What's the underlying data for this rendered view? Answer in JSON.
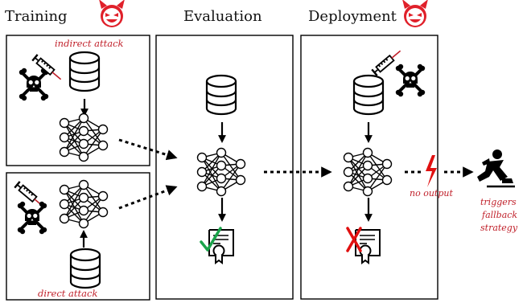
{
  "stages": {
    "training": "Training",
    "evaluation": "Evaluation",
    "deployment": "Deployment"
  },
  "attacks": {
    "indirect": "indirect attack",
    "direct": "direct attack"
  },
  "outcome": {
    "no_output": "no output",
    "fallback_line1": "triggers",
    "fallback_line2": "fallback",
    "fallback_line3": "strategy"
  },
  "colors": {
    "attack_red": "#c0202a",
    "devil_red": "#e0202a",
    "check_green": "#1aa34a",
    "cross_red": "#e01010"
  },
  "icons": [
    "devil-face-icon",
    "syringe-icon",
    "skull-crossbones-icon",
    "database-icon",
    "neural-network-icon",
    "certificate-icon",
    "lightning-icon",
    "falling-person-icon",
    "checkmark-icon",
    "cross-icon"
  ]
}
